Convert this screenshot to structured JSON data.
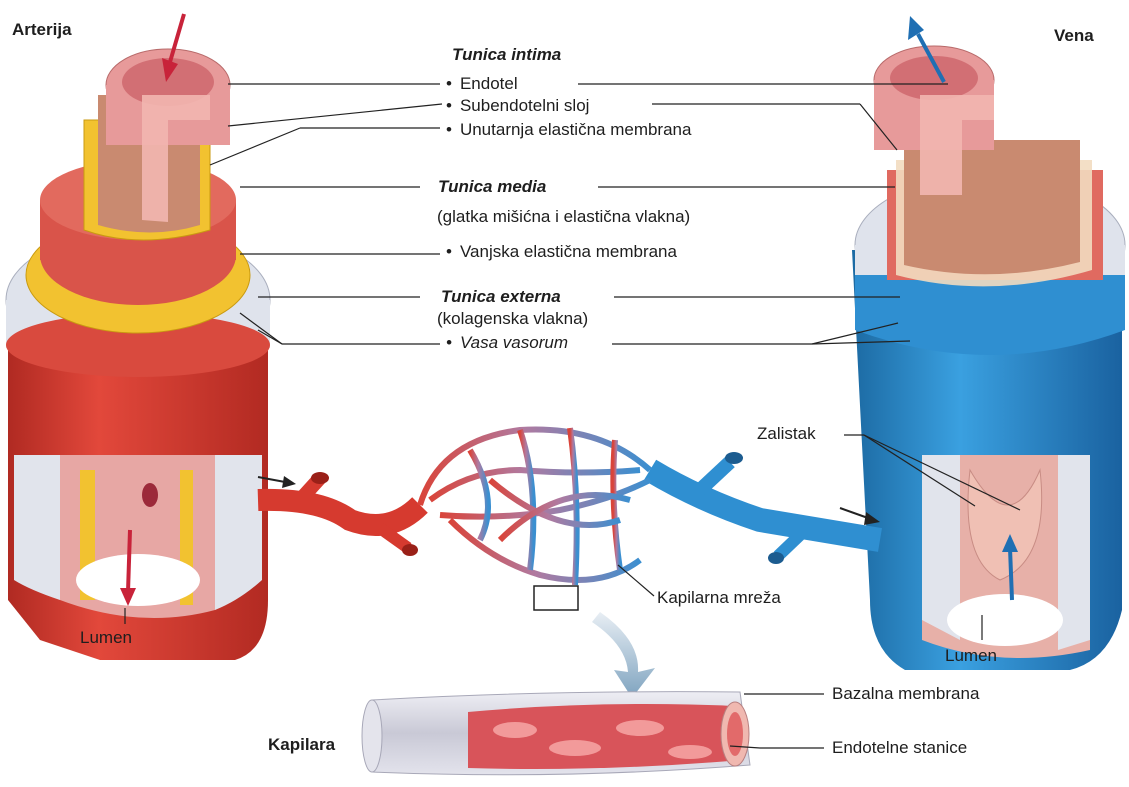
{
  "titles": {
    "artery": "Arterija",
    "vein": "Vena",
    "capillary": "Kapilara"
  },
  "labels": {
    "tunica_intima": "Tunica intima",
    "endotel": "Endotel",
    "subendothelial": "Subendotelni sloj",
    "internal_elastic": "Unutarnja elastična membrana",
    "tunica_media": "Tunica media",
    "media_desc": "(glatka mišićna i elastična vlakna)",
    "external_elastic": "Vanjska elastična membrana",
    "tunica_externa": "Tunica externa",
    "externa_desc": "(kolagenska vlakna)",
    "vasa_vasorum": "Vasa vasorum",
    "valve": "Zalistak",
    "capillary_network": "Kapilarna mreža",
    "lumen_artery": "Lumen",
    "lumen_vein": "Lumen",
    "basal_membrane": "Bazalna membrana",
    "endothelial_cells": "Endotelne stanice"
  },
  "colors": {
    "artery": "#d63a2f",
    "artery_dark": "#a82620",
    "vein": "#2f8fd1",
    "vein_dark": "#1c6aa3",
    "intima": "#e79a9a",
    "elastic": "#f2c230",
    "externa": "#dfe3ec",
    "arrow_red": "#c8233a",
    "arrow_blue": "#1f6fb3"
  }
}
